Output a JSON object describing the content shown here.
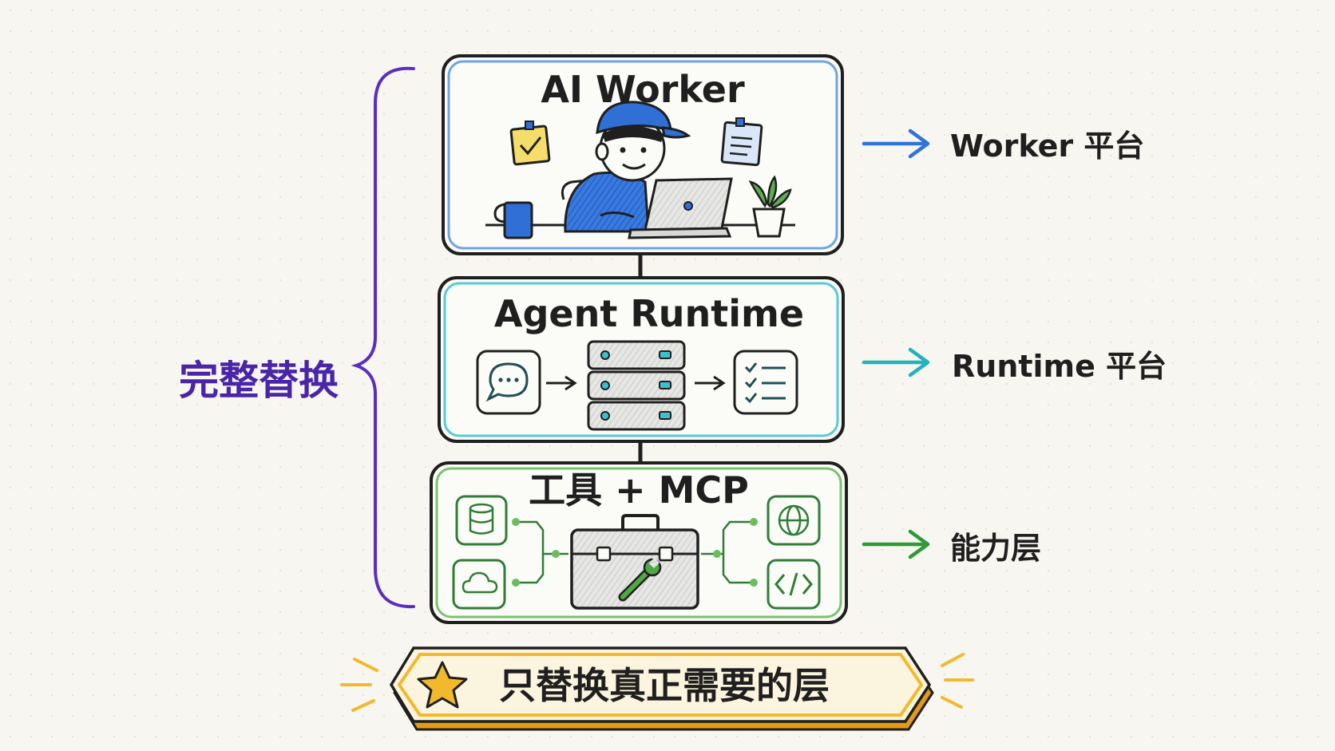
{
  "diagram": {
    "brace_label": "完整替换",
    "layers": [
      {
        "title": "AI Worker",
        "side_label": "Worker 平台",
        "color": "#4a8fe0",
        "arrow_color": "#2f74d8"
      },
      {
        "title": "Agent Runtime",
        "side_label": "Runtime 平台",
        "color": "#3cc1cf",
        "arrow_color": "#22b3bf"
      },
      {
        "title": "工具 + MCP",
        "side_label": "能力层",
        "color": "#6cbd5e",
        "arrow_color": "#2e9a38"
      }
    ],
    "banner": {
      "text": "只替换真正需要的层",
      "color": "#f2b92c"
    },
    "colors": {
      "brace": "#5a2fc0",
      "worker_blue": "#2f6fd6",
      "runtime_icons": "#1f4f55",
      "tool_icons": "#2f7d36"
    },
    "icons": [
      "clipboard-check-icon",
      "notepad-icon",
      "coffee-mug-icon",
      "plant-icon",
      "laptop-icon",
      "chat-bubble-icon",
      "server-rack-icon",
      "checklist-icon",
      "database-icon",
      "cloud-icon",
      "toolbox-icon",
      "wrench-icon",
      "globe-icon",
      "code-icon",
      "star-icon"
    ]
  }
}
